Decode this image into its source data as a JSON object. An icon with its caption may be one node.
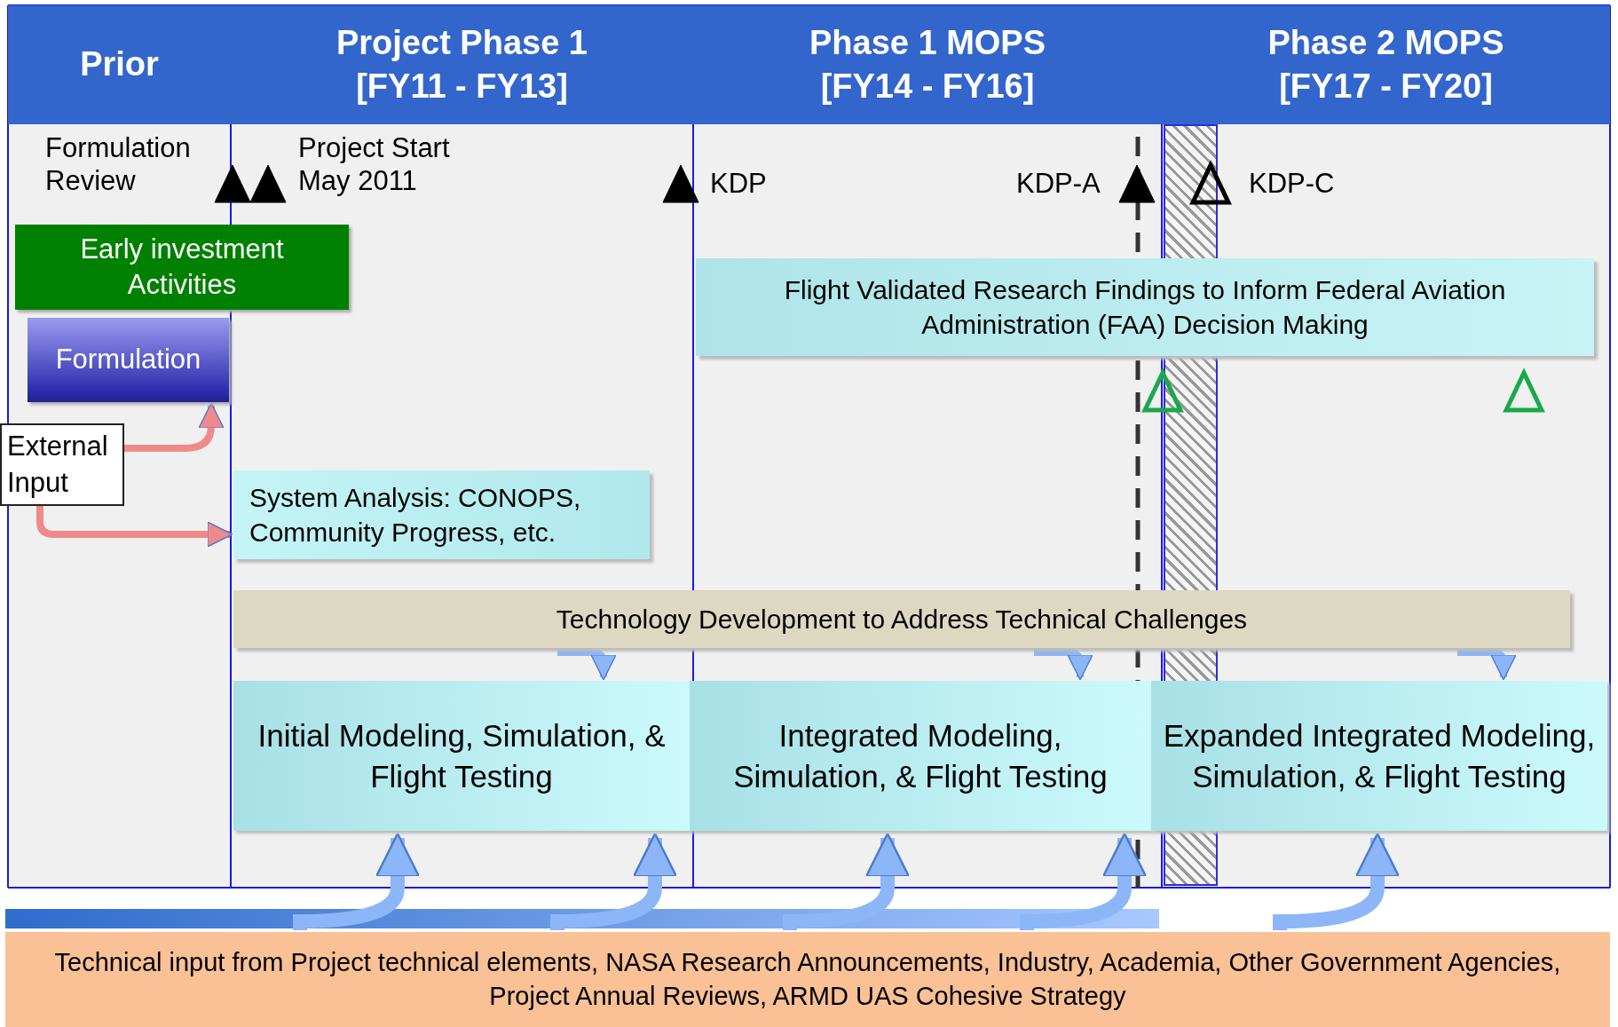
{
  "diagram": {
    "nodes": [
      {
        "text": [
          "Prior"
        ]
      },
      {
        "text": [
          "Project Phase 1",
          "[FY11 - FY13]"
        ]
      },
      {
        "text": [
          "Phase 1 MOPS",
          "[FY14 - FY16]"
        ]
      },
      {
        "text": [
          "Phase 2 MOPS",
          "[FY17 - FY20]"
        ]
      },
      {
        "text": [
          "Early investment Activities"
        ]
      },
      {
        "text": [
          "Formulation"
        ]
      },
      {
        "text": [
          "External Input"
        ]
      },
      {
        "text": [
          "Flight Validated Research Findings to Inform Federal Aviation Administration (FAA) Decision Making"
        ]
      },
      {
        "text": [
          "System Analysis: CONOPS, Community Progress, etc."
        ]
      },
      {
        "text": [
          "Technology Development to Address Technical Challenges"
        ]
      },
      {
        "text": [
          "Initial Modeling, Simulation, & Flight Testing"
        ]
      },
      {
        "text": [
          "Integrated Modeling, Simulation, & Flight Testing"
        ]
      },
      {
        "text": [
          "Expanded Integrated Modeling, Simulation, & Flight Testing"
        ]
      },
      {
        "text": [
          "Technical input from Project technical elements, NASA Research Announcements, Industry, Academia, Other Government Agencies, Project Annual Reviews, ARMD UAS Cohesive Strategy"
        ]
      },
      {
        "text": [],
        "shape": "bar"
      }
    ],
    "edges": [
      {
        "from": 6,
        "to": 5,
        "arrow": "to",
        "color": "#f08a8a"
      },
      {
        "from": 6,
        "to": 8,
        "arrow": "to",
        "color": "#f08a8a"
      },
      {
        "from": 9,
        "to": 10,
        "arrow": "to"
      },
      {
        "from": 9,
        "to": 11,
        "arrow": "to"
      },
      {
        "from": 9,
        "to": 12,
        "arrow": "to"
      },
      {
        "from": 13,
        "to": 10,
        "arrow": "to",
        "style": "thick"
      },
      {
        "from": 13,
        "to": 10,
        "arrow": "to",
        "style": "thick"
      },
      {
        "from": 13,
        "to": 11,
        "arrow": "to",
        "style": "thick"
      },
      {
        "from": 13,
        "to": 11,
        "arrow": "to",
        "style": "thick"
      },
      {
        "from": 13,
        "to": 12,
        "arrow": "to",
        "style": "thick"
      }
    ],
    "labels": [
      "Formulation Review",
      "Project Start May 2011",
      "KDP",
      "KDP-A",
      "KDP-C"
    ]
  }
}
